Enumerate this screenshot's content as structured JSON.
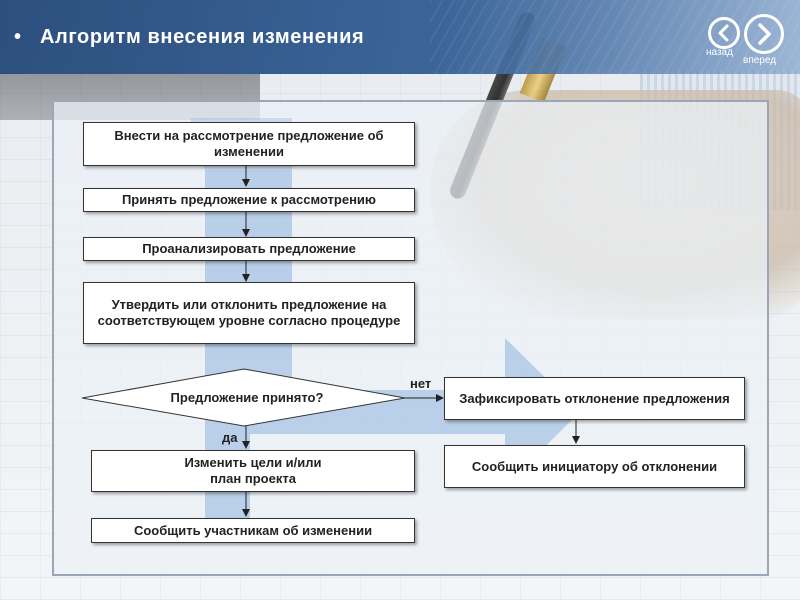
{
  "header": {
    "bullet": "•",
    "title": "Алгоритм внесения изменения",
    "nav_prev_label": "назад",
    "nav_next_label": "вперед"
  },
  "flowchart": {
    "steps": [
      "Внести на рассмотрение предложение об изменении",
      "Принять предложение к рассмотрению",
      "Проанализировать предложение",
      "Утвердить или отклонить предложение на соответствующем уровне согласно процедуре"
    ],
    "decision": "Предложение принято?",
    "yes_label": "да",
    "no_label": "нет",
    "yes_steps": [
      "Изменить цели и/или план проекта",
      "Сообщить участникам об изменении"
    ],
    "no_steps": [
      "Зафиксировать отклонение предложения",
      "Сообщить инициатору об отклонении"
    ]
  },
  "colors": {
    "header_blue": "#2c4f7e",
    "flow_arrow_blue": "#8fb3df"
  },
  "icons": [
    "chevron-left-icon",
    "chevron-right-icon"
  ]
}
